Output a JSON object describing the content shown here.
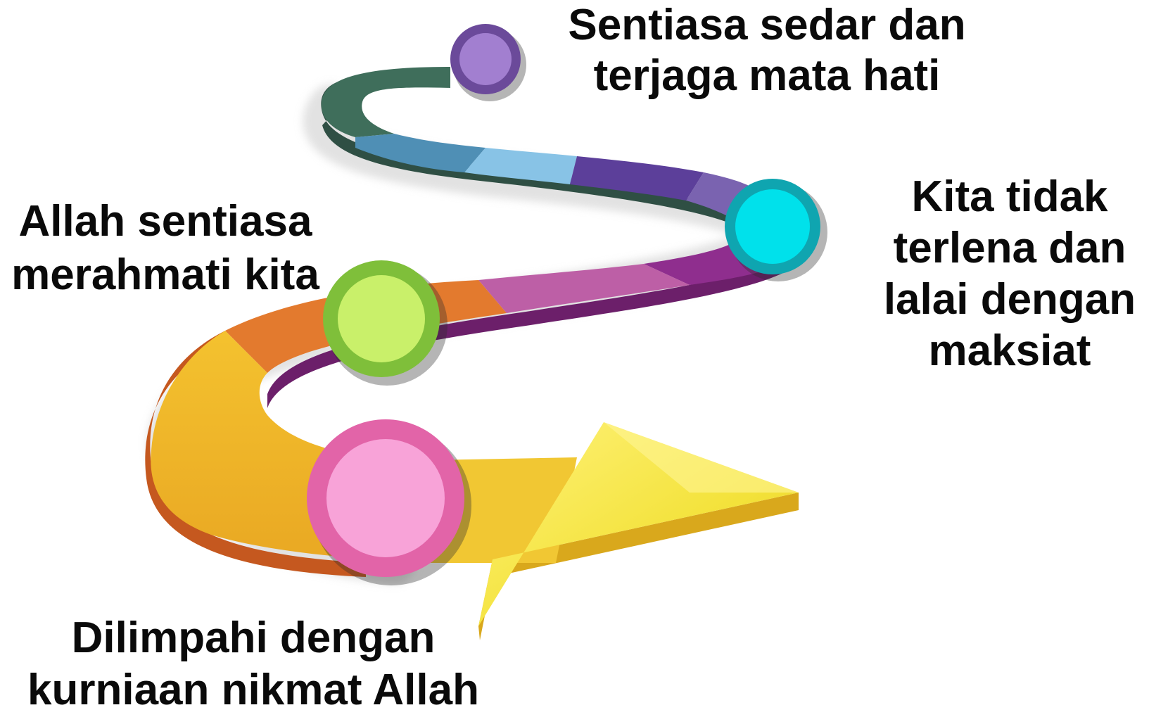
{
  "diagram": {
    "milestones": [
      {
        "id": "top",
        "lines": [
          "Sentiasa sedar dan",
          "terjaga mata hati"
        ],
        "marker_color": "#a27fd0",
        "marker_ring": "#6b4a9a"
      },
      {
        "id": "right",
        "lines": [
          "Kita tidak",
          "terlena dan",
          "lalai dengan",
          "maksiat"
        ],
        "marker_color": "#00e1eb",
        "marker_ring": "#0fa5b0"
      },
      {
        "id": "left",
        "lines": [
          "Allah sentiasa",
          "merahmati kita"
        ],
        "marker_color": "#c9f06a",
        "marker_ring": "#7fbf3a"
      },
      {
        "id": "bottom",
        "lines": [
          "Dilimpahi dengan",
          "kurniaan nikmat Allah"
        ],
        "marker_color": "#f8a3d8",
        "marker_ring": "#e264a8"
      }
    ],
    "road_colors": {
      "dark_green": "#3f6e5b",
      "blue": "#5c9fc4",
      "light_blue": "#88c3e6",
      "violet": "#5c3f9a",
      "lavender": "#7a63b0",
      "purple": "#8f2e8e",
      "magenta": "#bd5fa6",
      "orange": "#e37a2e",
      "yellow": "#f0b830",
      "arrow_yellow": "#f4e64a"
    }
  }
}
